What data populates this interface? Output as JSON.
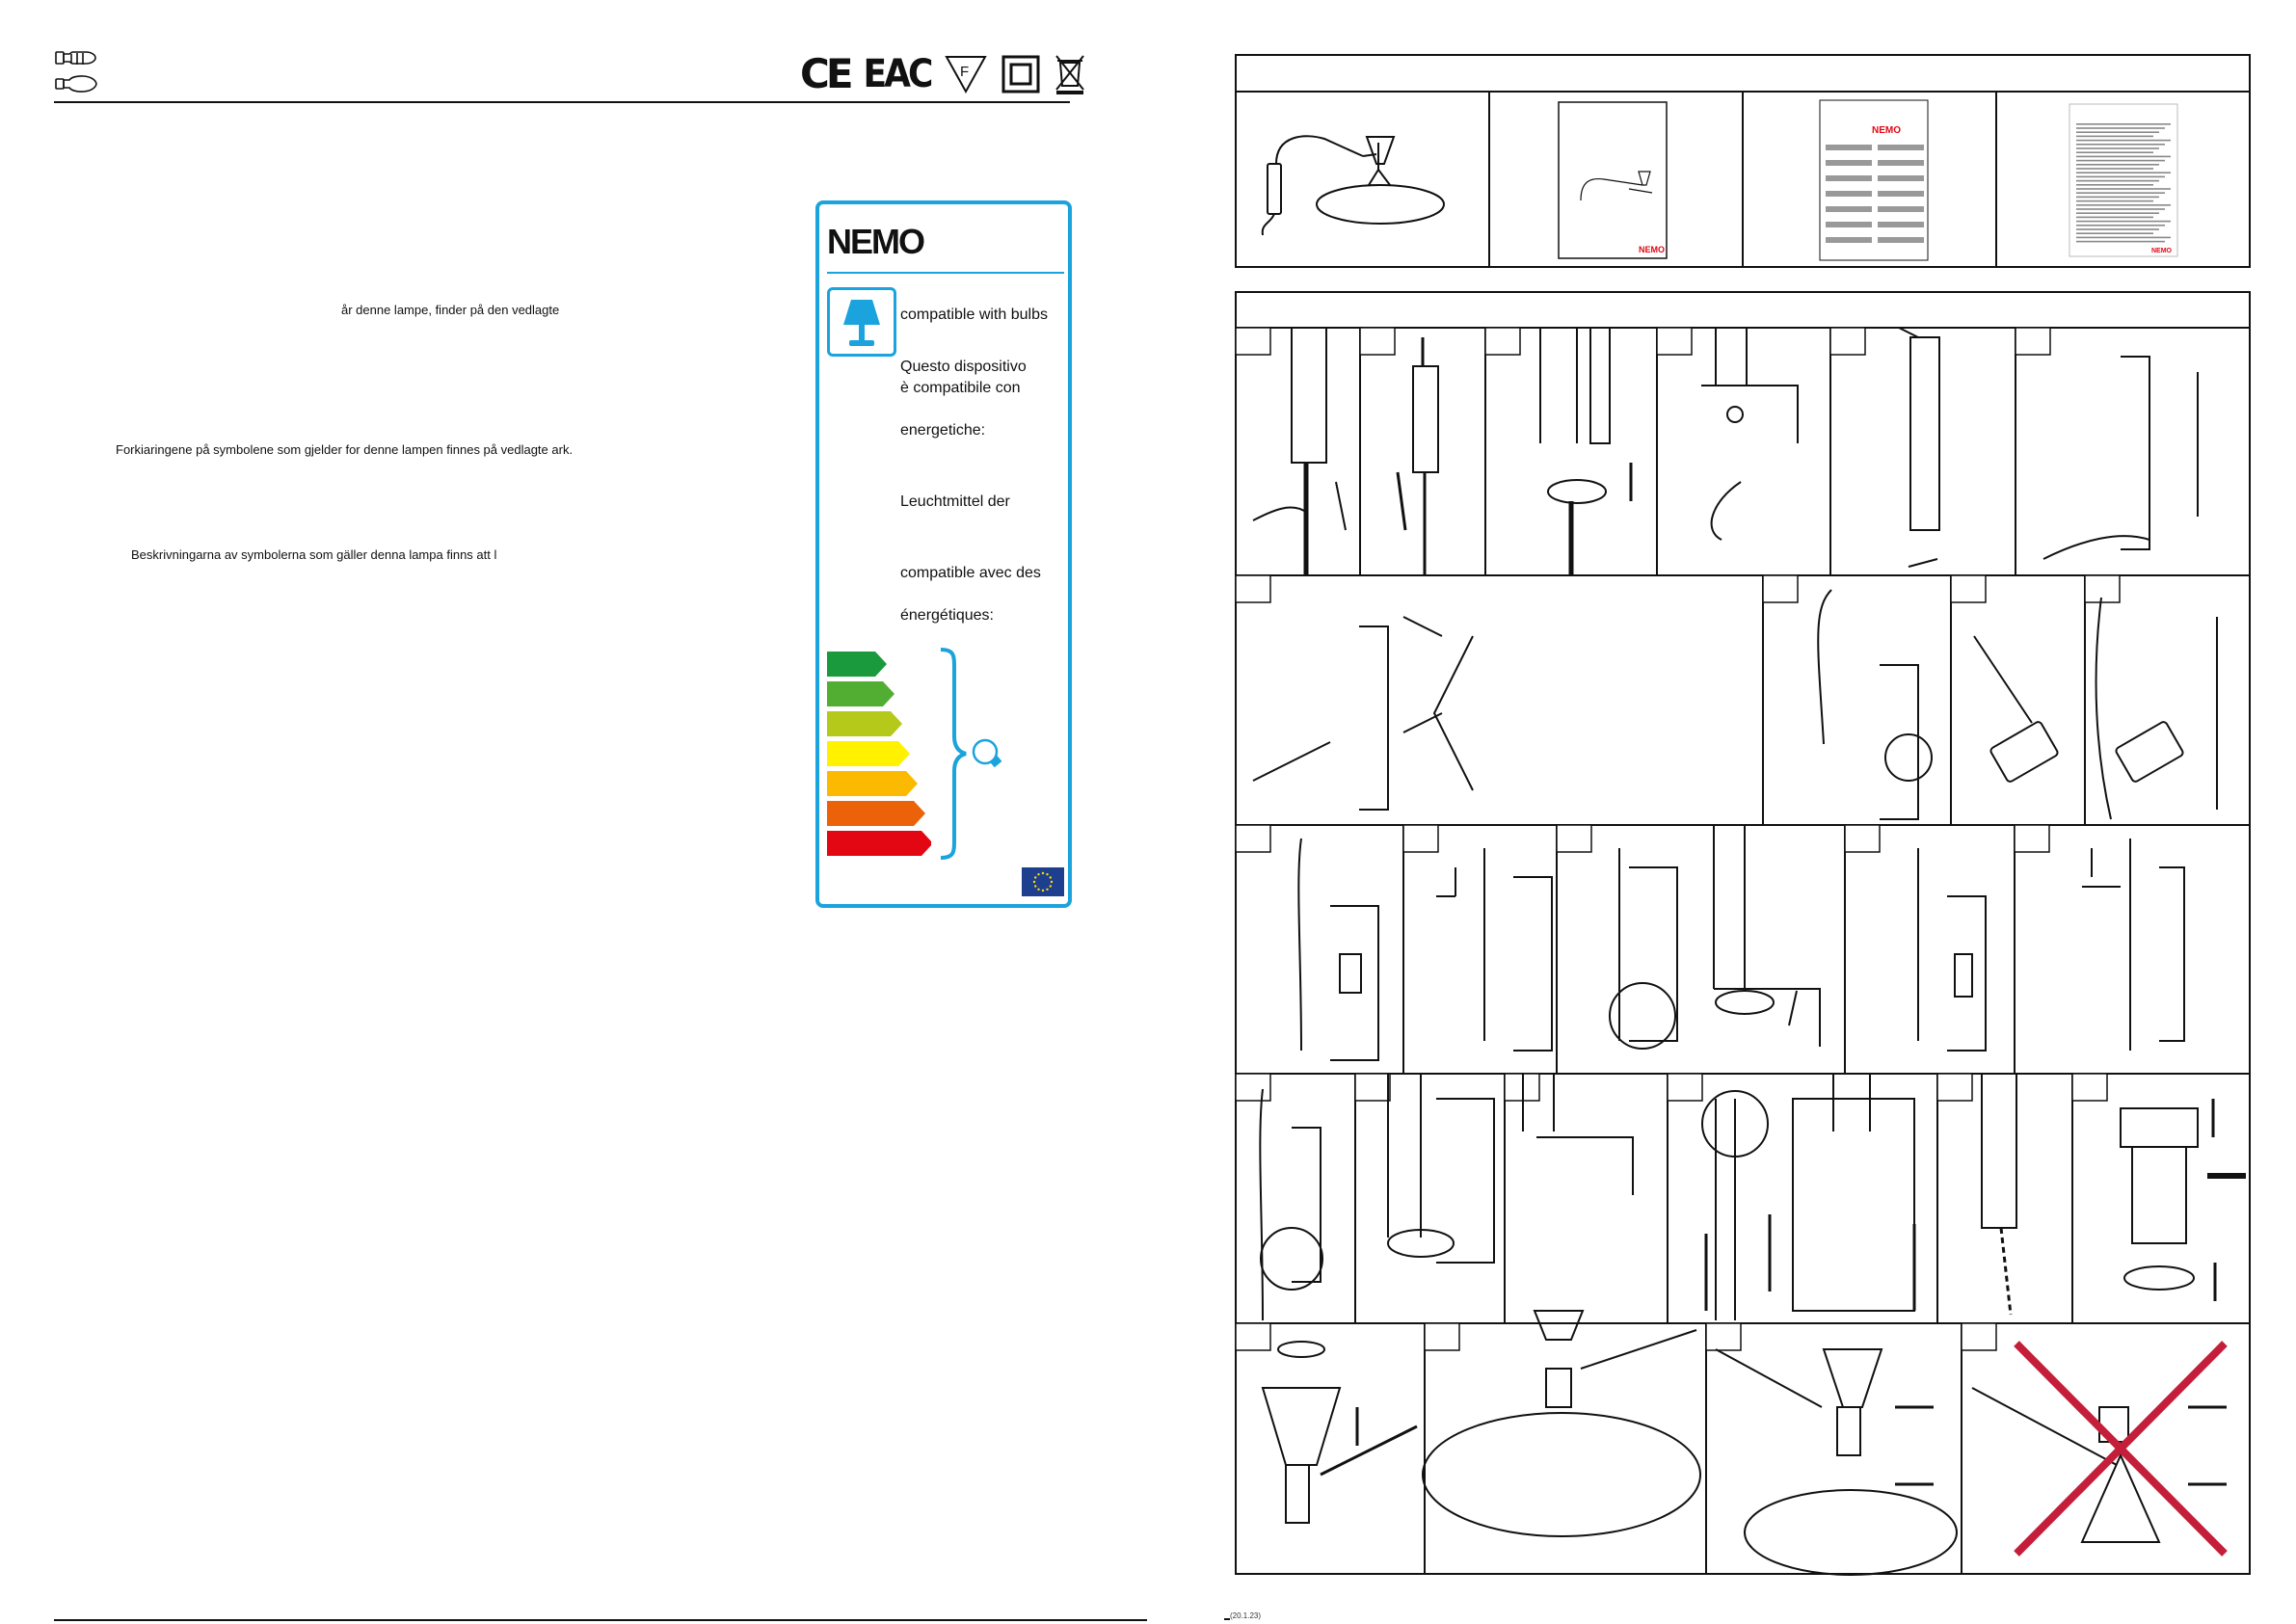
{
  "left_page": {
    "certifications": [
      {
        "name": "ce-mark",
        "text": "CE"
      },
      {
        "name": "eac-mark",
        "text": "EAC"
      },
      {
        "name": "f-mark",
        "text": "F"
      },
      {
        "name": "class-ii-icon"
      },
      {
        "name": "weee-bin-icon"
      }
    ],
    "paragraphs": {
      "danish": "år denne lampe, finder på den vedlagte",
      "norwegian": "Forkiaringene på symbolene som gjelder for denne lampen finnes på vedlagte ark.",
      "swedish": "Beskrivningarna av symbolerna som gäller denna lampa finns att l"
    },
    "energy_label": {
      "brand": "NEMO",
      "lines": [
        "compatible with bulbs",
        "Questo dispositivo",
        "è compatibile con",
        "energetiche:",
        "Leuchtmittel der",
        "compatible avec des",
        "énergétiques:"
      ],
      "classes": [
        {
          "color": "#1a9a3c"
        },
        {
          "color": "#52ae32"
        },
        {
          "color": "#b5c91a"
        },
        {
          "color": "#fff100"
        },
        {
          "color": "#fbba00"
        },
        {
          "color": "#eb6209"
        },
        {
          "color": "#e30613"
        }
      ],
      "accent": "#1aa3dc"
    }
  },
  "right_page": {
    "contents_thumbnails": [
      {
        "name": "lamp-thumbnail"
      },
      {
        "name": "instruction-cover-thumbnail",
        "text": "NEMO"
      },
      {
        "name": "instruction-sheet-thumbnail",
        "text": "NEMO"
      },
      {
        "name": "symbols-sheet-thumbnail",
        "text": "NEMO"
      }
    ],
    "step_rows": 5
  },
  "footer": {
    "page_number": "(20.1.23)"
  }
}
